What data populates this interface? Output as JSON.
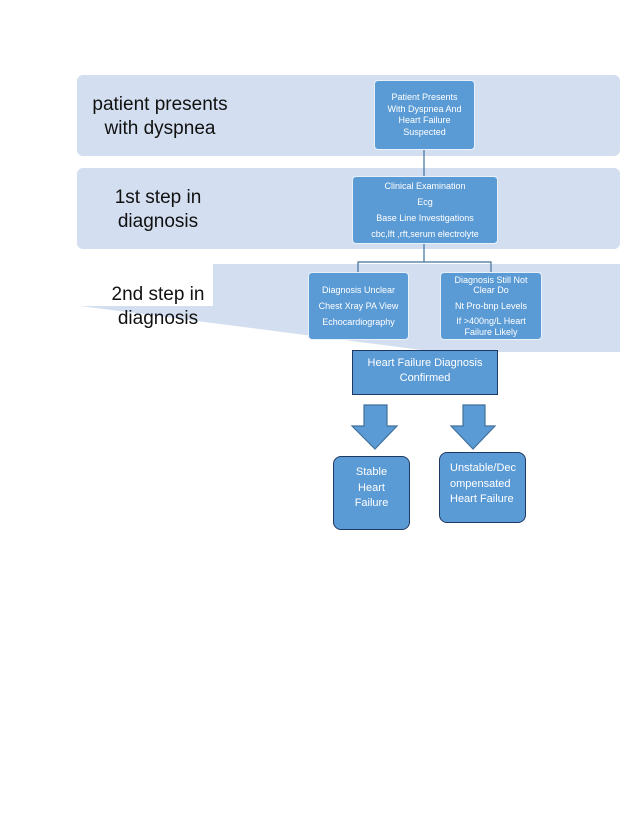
{
  "bands": [
    {
      "label_lines": [
        "patient presents",
        "with dyspnea"
      ]
    },
    {
      "label_lines": [
        "1st step in",
        "diagnosis"
      ]
    },
    {
      "label_lines": [
        "2nd step in",
        "diagnosis"
      ]
    }
  ],
  "nodes": {
    "root": {
      "lines": [
        "Patient Presents",
        "With Dyspnea And",
        "Heart Failure",
        "Suspected"
      ]
    },
    "clinical": {
      "lines": [
        "Clinical Examination",
        "Ecg",
        "Base Line Investigations",
        "cbc,lft ,rft,serum electrolyte"
      ]
    },
    "unclear": {
      "lines": [
        "Diagnosis Unclear",
        "Chest Xray PA View",
        "Echocardiography"
      ]
    },
    "notclear": {
      "lines": [
        "Diagnosis Still Not",
        "Clear Do",
        "Nt Pro-bnp Levels",
        "If >400ng/L Heart",
        "Failure  Likely"
      ]
    },
    "confirmed": {
      "lines": [
        "Heart Failure Diagnosis",
        "Confirmed"
      ]
    },
    "stable": {
      "lines": [
        "Stable",
        "Heart",
        "Failure"
      ]
    },
    "unstable": {
      "lines": [
        "Unstable/Dec",
        "ompensated",
        "Heart Failure"
      ]
    }
  },
  "colors": {
    "band_fill": "#d3dff0",
    "node_fill": "#5b9bd5",
    "connector": "#41719c",
    "outline": "#1f3763"
  },
  "icons": [
    "down-arrow-icon",
    "down-arrow-icon"
  ]
}
